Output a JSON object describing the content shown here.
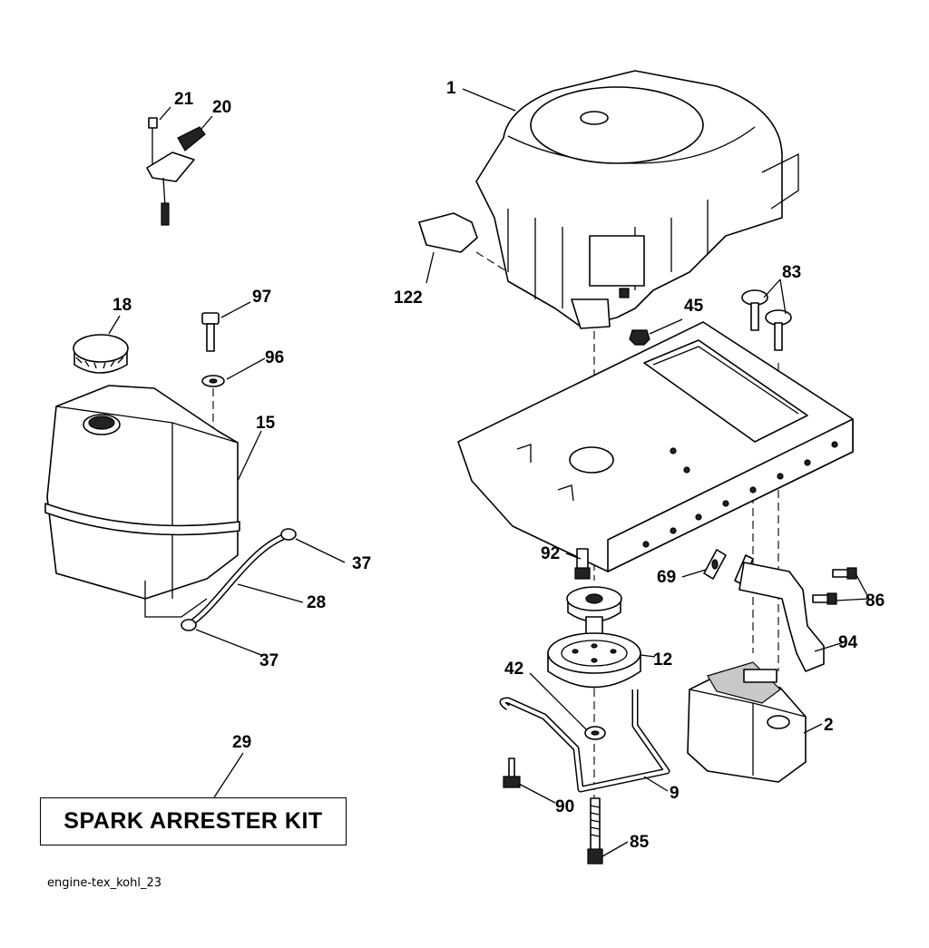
{
  "labels": {
    "l1": "1",
    "l2": "2",
    "l9": "9",
    "l12": "12",
    "l15": "15",
    "l18": "18",
    "l20": "20",
    "l21": "21",
    "l28": "28",
    "l29": "29",
    "l37a": "37",
    "l37b": "37",
    "l42": "42",
    "l45": "45",
    "l69": "69",
    "l83": "83",
    "l85": "85",
    "l86": "86",
    "l90": "90",
    "l92": "92",
    "l94": "94",
    "l96": "96",
    "l97": "97",
    "l122": "122"
  },
  "kit_label": "SPARK ARRESTER KIT",
  "caption": "engine-tex_kohl_23"
}
